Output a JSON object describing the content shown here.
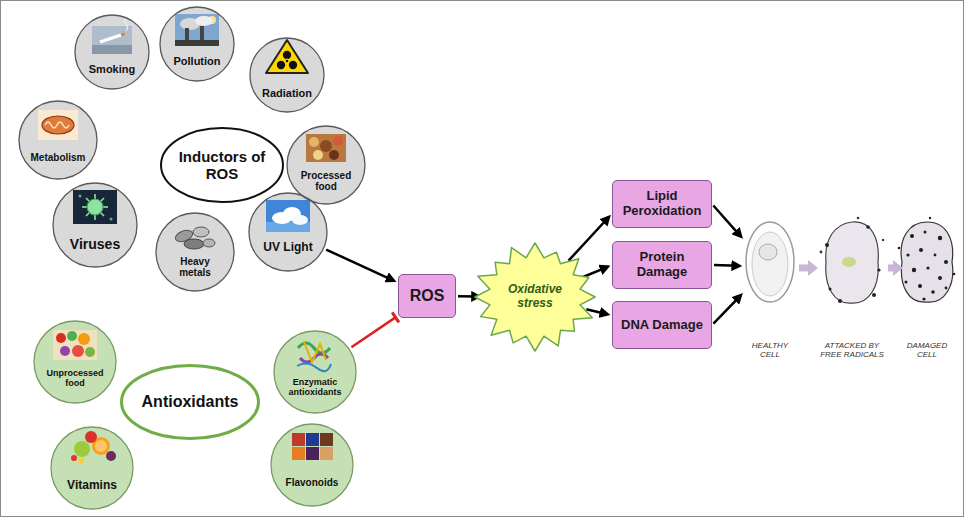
{
  "diagram": {
    "nodes": [
      {
        "text": [
          "Smoking"
        ]
      },
      {
        "text": [
          "Pollution"
        ]
      },
      {
        "text": [
          "Radiation"
        ]
      },
      {
        "text": [
          "Metabolism"
        ]
      },
      {
        "text": [
          "Inductors of ROS"
        ]
      },
      {
        "text": [
          "Processed food"
        ]
      },
      {
        "text": [
          "Viruses"
        ]
      },
      {
        "text": [
          "Heavy metals"
        ]
      },
      {
        "text": [
          "UV Light"
        ]
      },
      {
        "text": [
          "Unprocessed food"
        ]
      },
      {
        "text": [
          "Enzymatic antioxidants"
        ]
      },
      {
        "text": [
          "Antioxidants"
        ]
      },
      {
        "text": [
          "Vitamins"
        ]
      },
      {
        "text": [
          "Flavonoids"
        ]
      },
      {
        "text": [
          "ROS"
        ]
      },
      {
        "text": [
          "Oxidative stress"
        ]
      },
      {
        "text": [
          "Lipid Peroxidation"
        ]
      },
      {
        "text": [
          "Protein Damage"
        ]
      },
      {
        "text": [
          "DNA Damage"
        ]
      },
      {
        "text": [
          "HEALTHY CELL"
        ]
      },
      {
        "text": [
          "ATTACKED BY FREE RADICALS"
        ]
      },
      {
        "text": [
          "DAMAGED CELL"
        ]
      }
    ],
    "edges": [
      {
        "from": 8,
        "to": 14,
        "arrow": "to"
      },
      {
        "from": 10,
        "to": 14,
        "arrow": "to"
      },
      {
        "from": 14,
        "to": 15,
        "arrow": "to"
      },
      {
        "from": 15,
        "to": 16,
        "arrow": "to"
      },
      {
        "from": 15,
        "to": 17,
        "arrow": "to"
      },
      {
        "from": 15,
        "to": 18,
        "arrow": "to"
      },
      {
        "from": 16,
        "to": 19,
        "arrow": "to"
      },
      {
        "from": 17,
        "to": 19,
        "arrow": "to"
      },
      {
        "from": 18,
        "to": 19,
        "arrow": "to"
      },
      {
        "from": 19,
        "to": 20,
        "arrow": "to"
      },
      {
        "from": 20,
        "to": 21,
        "arrow": "to"
      }
    ]
  }
}
